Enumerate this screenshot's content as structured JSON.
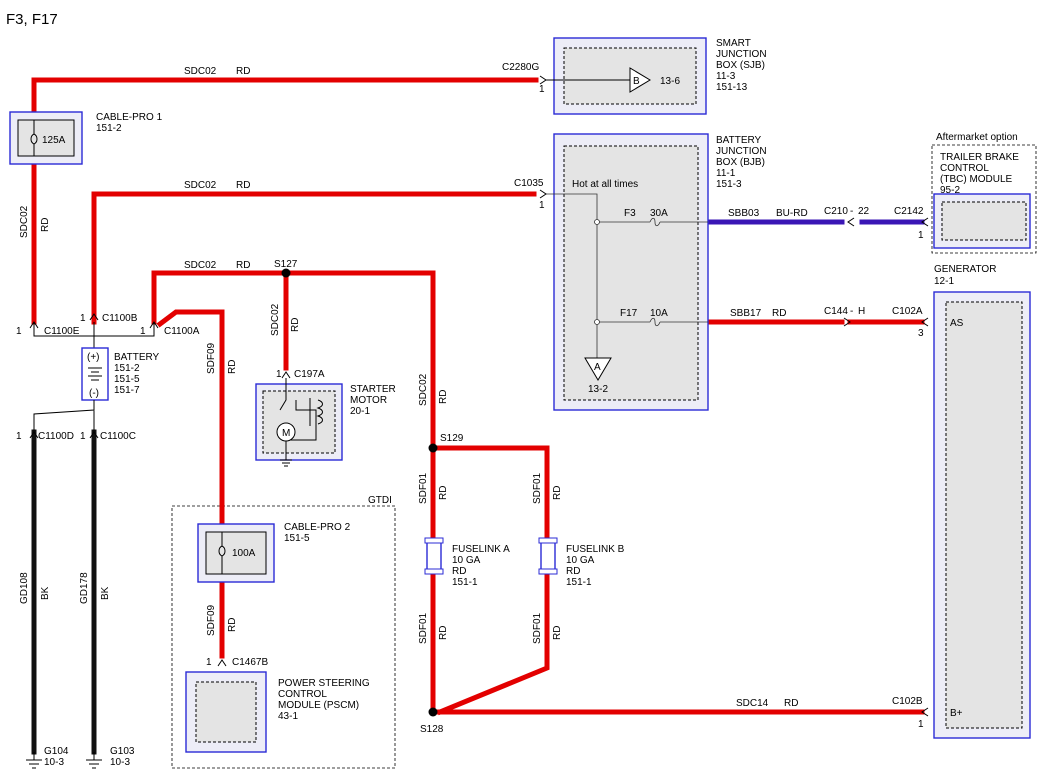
{
  "header": {
    "title": "F3, F17"
  },
  "colors": {
    "red": "#e30000",
    "black": "#111111",
    "blue_violet": "#3a16b5",
    "box_blue": "#2b2bd6"
  },
  "components": {
    "sjb": {
      "name_lines": [
        "SMART",
        "JUNCTION",
        "BOX (SJB)"
      ],
      "refs": [
        "11-3",
        "151-13"
      ],
      "pin": "B",
      "pin_ref": "13-6"
    },
    "bjb": {
      "name_lines": [
        "BATTERY",
        "JUNCTION",
        "BOX (BJB)"
      ],
      "refs": [
        "11-1",
        "151-3"
      ],
      "hot": "Hot at all times",
      "fuse1": {
        "name": "F3",
        "rating": "30A"
      },
      "fuse2": {
        "name": "F17",
        "rating": "10A"
      },
      "ground_label": "A",
      "ground_ref": "13-2"
    },
    "aftermarket": "Aftermarket option",
    "tbc": {
      "name_lines": [
        "TRAILER BRAKE",
        "CONTROL",
        "(TBC) MODULE"
      ],
      "ref": "95-2"
    },
    "generator": {
      "name": "GENERATOR",
      "ref": "12-1",
      "pin_as": "AS",
      "pin_bplus": "B+"
    },
    "cablepro1": {
      "name": "CABLE-PRO 1",
      "ref": "151-2",
      "rating": "125A"
    },
    "cablepro2": {
      "name": "CABLE-PRO 2",
      "ref": "151-5",
      "rating": "100A"
    },
    "battery": {
      "name": "BATTERY",
      "refs": [
        "151-2",
        "151-5",
        "151-7"
      ],
      "plus": "(+)",
      "minus": "(-)"
    },
    "starter": {
      "name_lines": [
        "STARTER",
        "MOTOR"
      ],
      "ref": "20-1",
      "motor": "M"
    },
    "pscm": {
      "name_lines": [
        "POWER STEERING",
        "CONTROL",
        "MODULE (PSCM)"
      ],
      "ref": "43-1"
    },
    "gtdi": "GTDI",
    "fuselink_a": {
      "lines": [
        "FUSELINK A",
        "10 GA",
        "RD",
        "151-1"
      ]
    },
    "fuselink_b": {
      "lines": [
        "FUSELINK B",
        "10 GA",
        "RD",
        "151-1"
      ]
    },
    "g104": {
      "name": "G104",
      "ref": "10-3"
    },
    "g103": {
      "name": "G103",
      "ref": "10-3"
    }
  },
  "connectors": {
    "c2280g": "C2280G",
    "c1035": "C1035",
    "c2142": "C2142",
    "c210": "C210",
    "c210_pin": "22",
    "c144": "C144",
    "c144_pin": "H",
    "c102a": "C102A",
    "c102b": "C102B",
    "c1100e": "C1100E",
    "c1100b": "C1100B",
    "c1100a": "C1100A",
    "c1100d": "C1100D",
    "c1100c": "C1100C",
    "c197a": "C197A",
    "c1467b": "C1467B",
    "pin1": "1",
    "pin3": "3"
  },
  "splices": {
    "s127": "S127",
    "s129": "S129",
    "s128": "S128"
  },
  "wires": {
    "sdc02": "SDC02",
    "sdc14": "SDC14",
    "sdf09": "SDF09",
    "sdf01": "SDF01",
    "sbb03": "SBB03",
    "sbb17": "SBB17",
    "gd108": "GD108",
    "gd178": "GD178",
    "rd": "RD",
    "bk": "BK",
    "bu_rd": "BU-RD"
  }
}
